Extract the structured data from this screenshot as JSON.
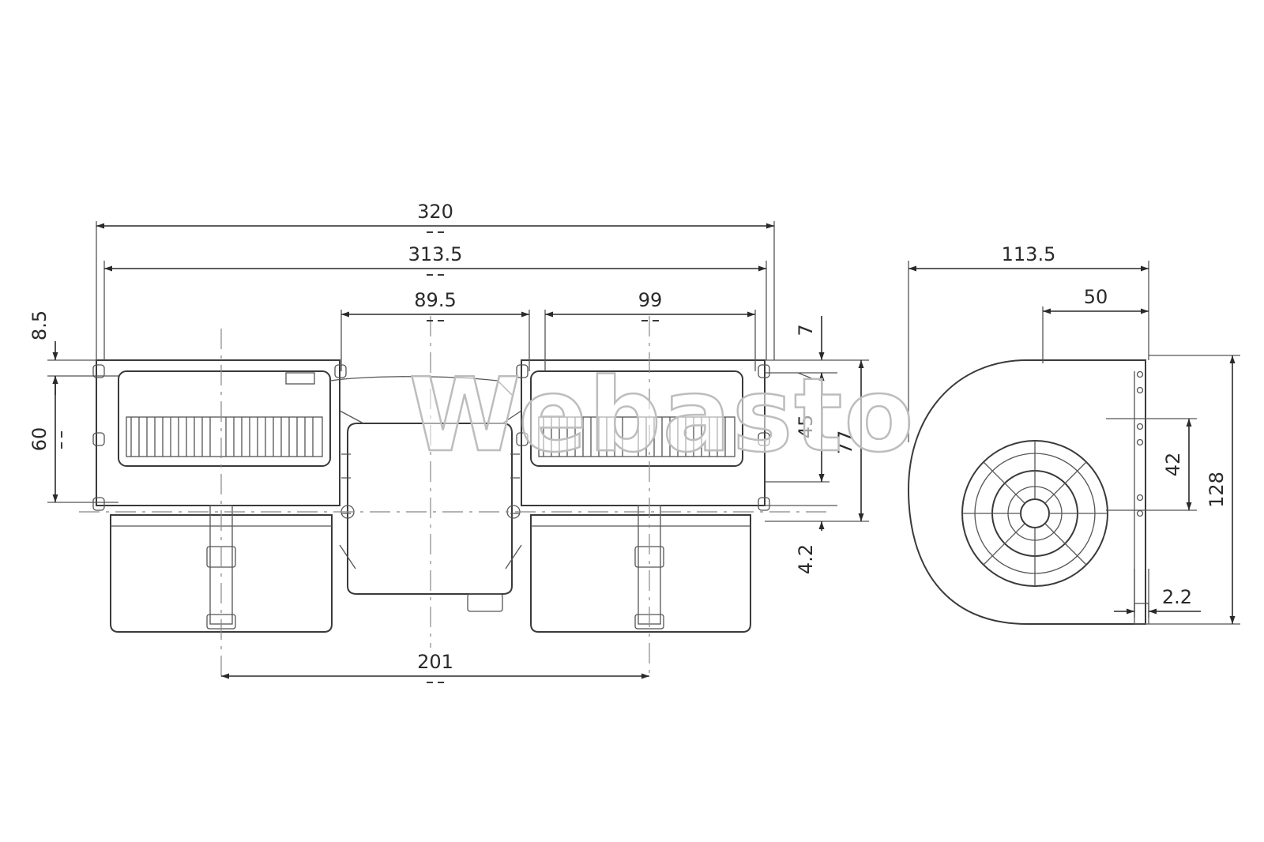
{
  "dimensions": {
    "front": {
      "overall_length": "320",
      "flange_length": "313.5",
      "motor_section_width": "89.5",
      "wheel_housing_width": "99",
      "outlet_center_distance": "201",
      "top_flange_offset": "8.5",
      "outlet_height": "60",
      "right_top_offset": "7",
      "right_inner_height": "45",
      "right_overall_height": "77",
      "right_bottom_offset": "4.2"
    },
    "side": {
      "overall_depth": "113.5",
      "flange_depth": "50",
      "overall_height": "128",
      "inlet_height": "42",
      "flange_thickness": "2.2"
    }
  },
  "watermark": {
    "text": "Webasto"
  }
}
